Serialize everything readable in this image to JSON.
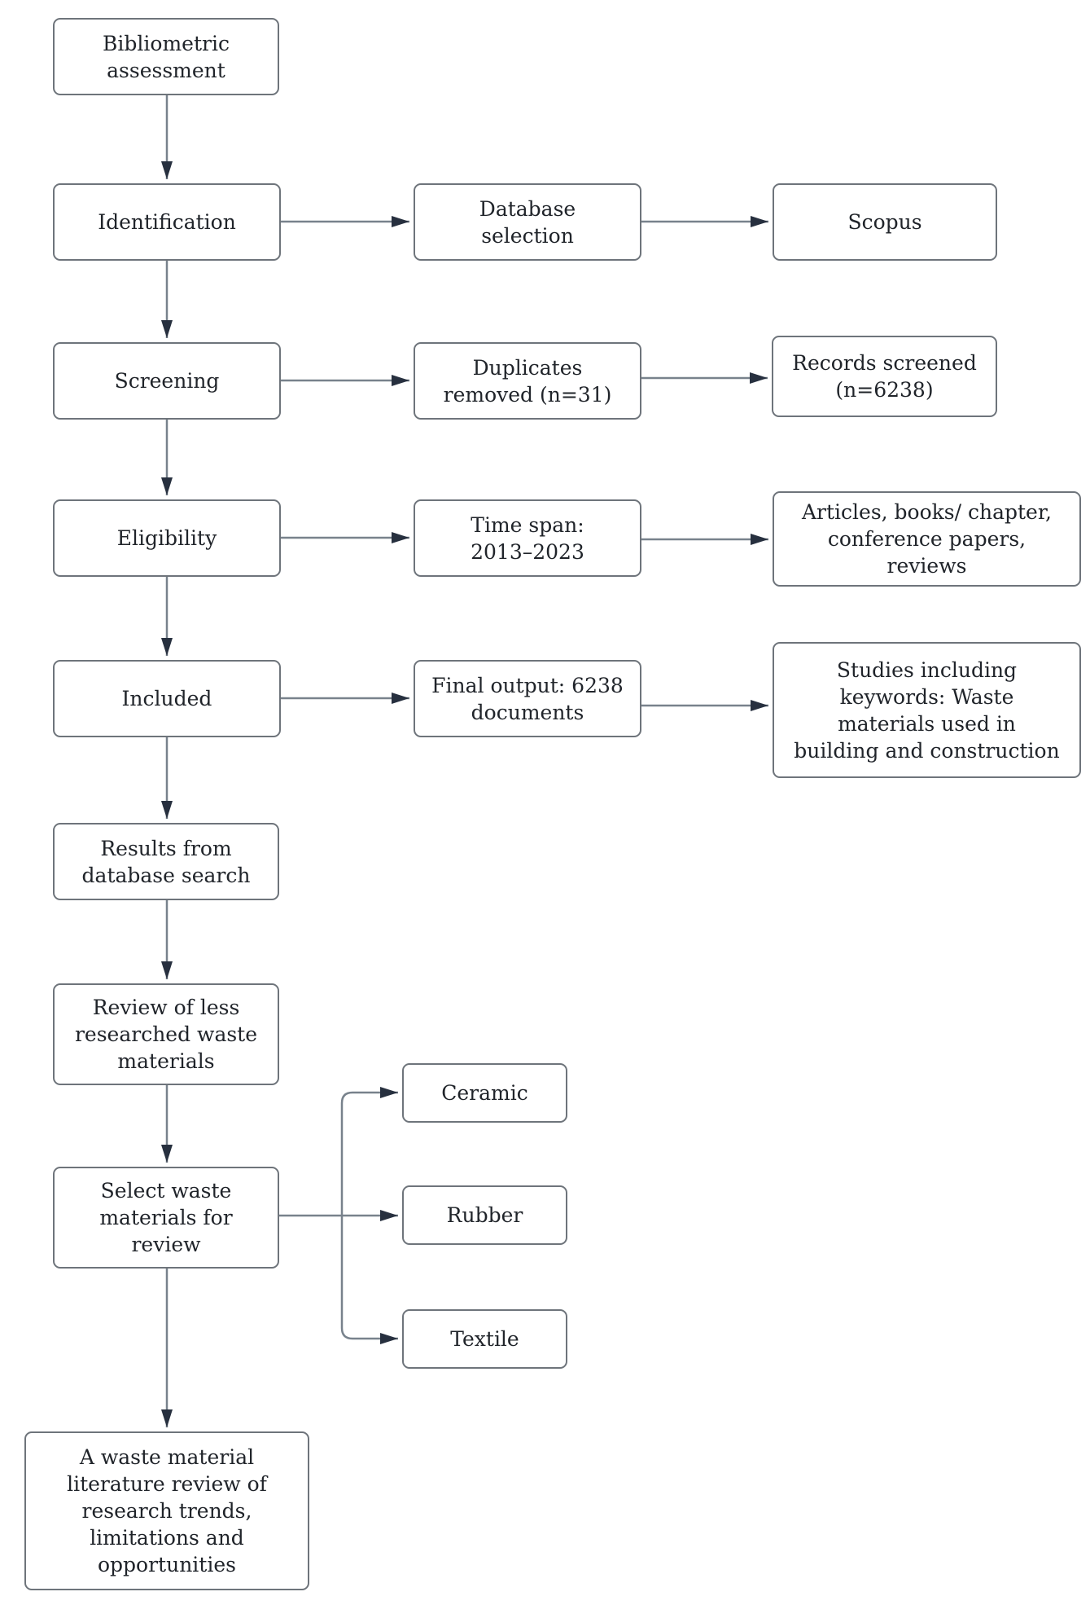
{
  "nodes": {
    "bibliometric": {
      "label": "Bibliometric\nassessment"
    },
    "identification": {
      "label": "Identification"
    },
    "database_selection": {
      "label": "Database\nselection"
    },
    "scopus": {
      "label": "Scopus"
    },
    "screening": {
      "label": "Screening"
    },
    "duplicates_removed": {
      "label": "Duplicates\nremoved (n=31)"
    },
    "records_screened": {
      "label": "Records screened\n(n=6238)"
    },
    "eligibility": {
      "label": "Eligibility"
    },
    "time_span": {
      "label": "Time span:\n2013–2023"
    },
    "document_types": {
      "label": "Articles, books/ chapter,\nconference papers,\nreviews"
    },
    "included": {
      "label": "Included"
    },
    "final_output": {
      "label": "Final output: 6238\ndocuments"
    },
    "studies_keywords": {
      "label": "Studies including\nkeywords: Waste\nmaterials used in\nbuilding and construction"
    },
    "results_database": {
      "label": "Results from\ndatabase search"
    },
    "review_less_researched": {
      "label": "Review of less\nresearched waste\nmaterials"
    },
    "select_waste": {
      "label": "Select waste\nmaterials for\nreview"
    },
    "ceramic": {
      "label": "Ceramic"
    },
    "rubber": {
      "label": "Rubber"
    },
    "textile": {
      "label": "Textile"
    },
    "final_review": {
      "label": "A waste material\nliterature review of\nresearch trends,\nlimitations and\nopportunities"
    }
  },
  "connections": [
    {
      "from": "bibliometric",
      "to": "identification"
    },
    {
      "from": "identification",
      "to": "screening"
    },
    {
      "from": "screening",
      "to": "eligibility"
    },
    {
      "from": "eligibility",
      "to": "included"
    },
    {
      "from": "included",
      "to": "results_database"
    },
    {
      "from": "results_database",
      "to": "review_less_researched"
    },
    {
      "from": "review_less_researched",
      "to": "select_waste"
    },
    {
      "from": "select_waste",
      "to": "final_review"
    },
    {
      "from": "identification",
      "to": "database_selection"
    },
    {
      "from": "database_selection",
      "to": "scopus"
    },
    {
      "from": "screening",
      "to": "duplicates_removed"
    },
    {
      "from": "duplicates_removed",
      "to": "records_screened"
    },
    {
      "from": "eligibility",
      "to": "time_span"
    },
    {
      "from": "time_span",
      "to": "document_types"
    },
    {
      "from": "included",
      "to": "final_output"
    },
    {
      "from": "final_output",
      "to": "studies_keywords"
    },
    {
      "from": "select_waste",
      "to": "ceramic"
    },
    {
      "from": "select_waste",
      "to": "rubber"
    },
    {
      "from": "select_waste",
      "to": "textile"
    }
  ],
  "colors": {
    "background": "#ffffff",
    "box_border": "#6e747b",
    "box_fill": "#ffffff",
    "connector_line": "#78828c",
    "arrowhead": "#27303f",
    "text": "#20242a"
  }
}
